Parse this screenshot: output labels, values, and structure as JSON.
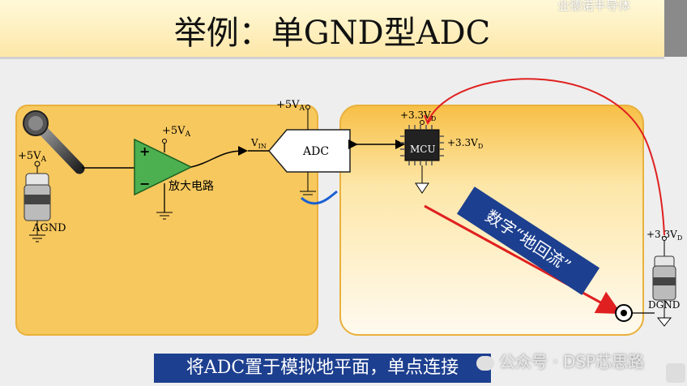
{
  "title": "举例：单GND型ADC",
  "watermark_top": "业德诺半导体",
  "caption": "将ADC置于模拟地平面，单点连接",
  "watermark_bottom": "公众号 · DSP芯思路",
  "labels": {
    "vcc_mic": "+5V",
    "vcc_mic_sub": "A",
    "agnd": "AGND",
    "vcc_amp": "+5V",
    "vcc_amp_sub": "A",
    "amp_name": "放大电路",
    "amp_plus": "+",
    "amp_minus": "−",
    "vin": "V",
    "vin_sub": "IN",
    "vcc_adc": "+5V",
    "vcc_adc_sub": "A",
    "adc": "ADC",
    "vdd_mcu_top": "+3.3V",
    "vdd_mcu_top_sub": "D",
    "vdd_mcu_right": "+3.3V",
    "vdd_mcu_right_sub": "D",
    "mcu": "MCU",
    "vdd_dgnd": "+3.3V",
    "vdd_dgnd_sub": "D",
    "dgnd": "DGND",
    "digital_ground_current": "数字“地回流”"
  },
  "colors": {
    "analog_plane": "#f7c85e",
    "digital_plane": "#fce9b0",
    "amp_fill": "#4caf50",
    "red": "#e02020",
    "blue_banner": "#1d3f8f"
  }
}
